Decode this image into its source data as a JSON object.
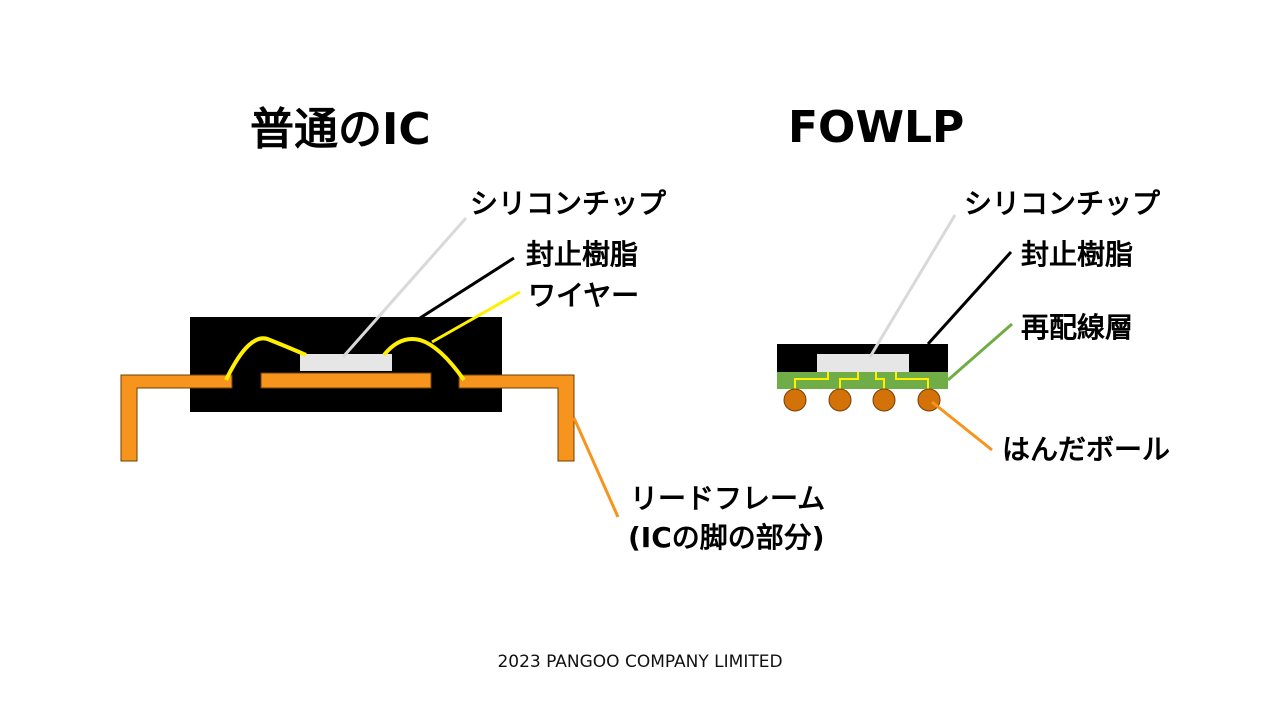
{
  "left_panel": {
    "title": "普通のIC",
    "labels": {
      "silicon_chip": "シリコンチップ",
      "encapsulation_resin": "封止樹脂",
      "wire": "ワイヤー",
      "lead_frame_line1": "リードフレーム",
      "lead_frame_line2": "(ICの脚の部分)"
    }
  },
  "right_panel": {
    "title": "FOWLP",
    "labels": {
      "silicon_chip": "シリコンチップ",
      "encapsulation_resin": "封止樹脂",
      "redistribution_layer": "再配線層",
      "solder_ball": "はんだボール"
    }
  },
  "footer": {
    "copyright": "2023 PANGOO COMPANY LIMITED"
  },
  "colors": {
    "resin": "#000000",
    "chip": "#e6e6e6",
    "lead_frame": "#f7941d",
    "wire": "#ffef00",
    "redistribution_layer": "#70ad47",
    "solder_ball": "#d4720a",
    "chip_leader": "#d9d9d9"
  }
}
